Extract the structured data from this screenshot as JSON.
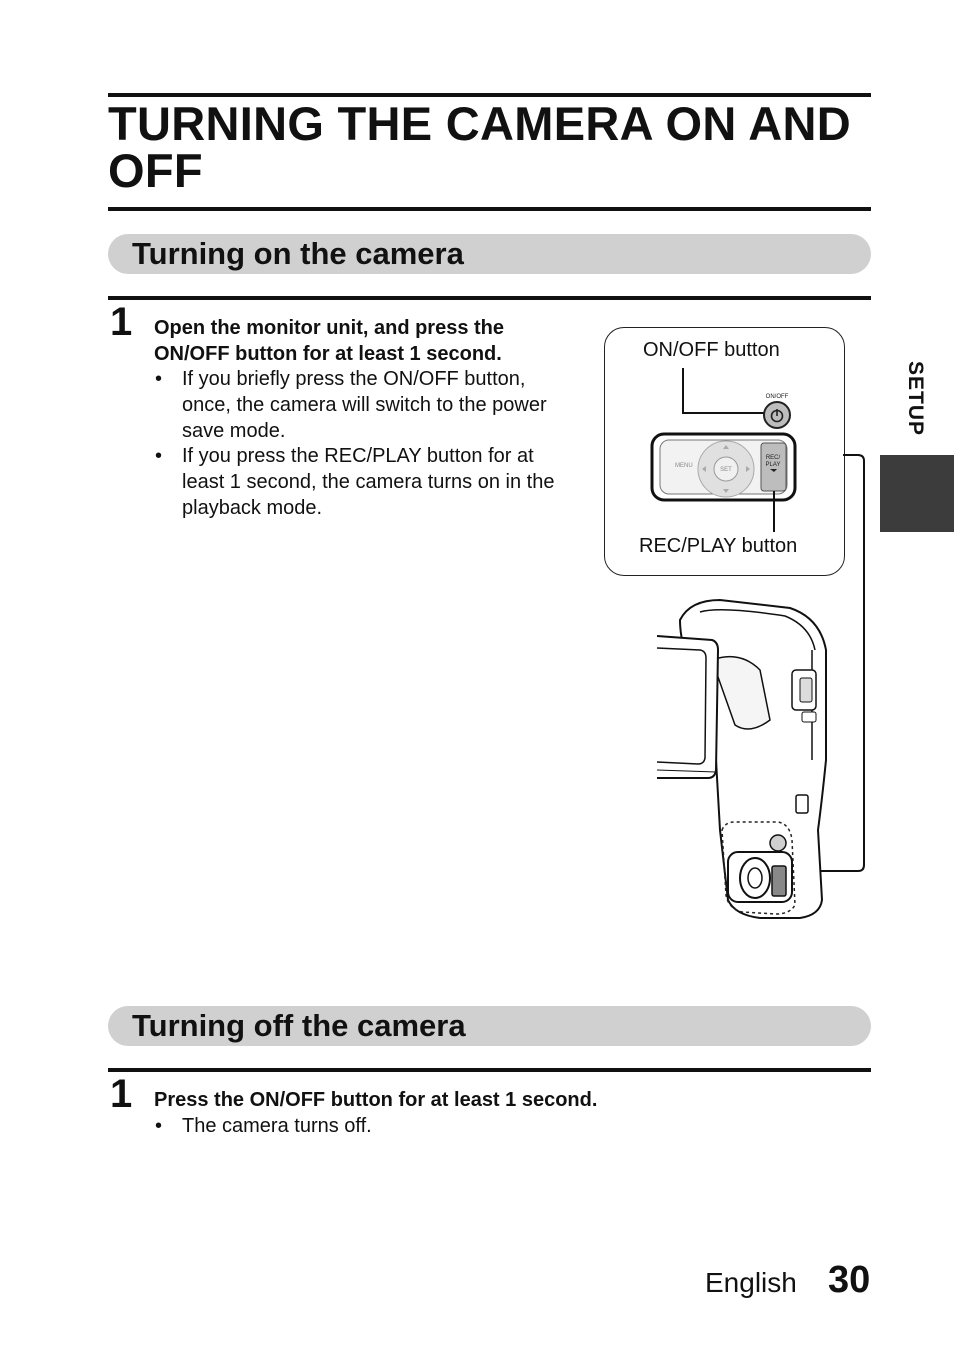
{
  "title": "TURNING THE CAMERA ON AND OFF",
  "side_tab": "SETUP",
  "section_on": {
    "heading": "Turning on the camera",
    "step_number": "1",
    "instruction": "Open the monitor unit, and press the ON/OFF button for at least 1 second.",
    "bullets": [
      "If you briefly press the ON/OFF button, once, the camera will switch to the power save mode.",
      "If you press the REC/PLAY button for at least 1 second, the camera turns on in the playback mode."
    ]
  },
  "figure": {
    "onoff_label": "ON/OFF button",
    "recplay_label": "REC/PLAY button",
    "onoff_mark": "ON/OFF",
    "menu_mark": "MENU",
    "set_mark": "SET",
    "rec_mark": "REC/",
    "play_mark": "PLAY"
  },
  "section_off": {
    "heading": "Turning off the camera",
    "step_number": "1",
    "instruction": "Press the ON/OFF button for at least 1 second.",
    "bullets": [
      "The camera turns off."
    ]
  },
  "footer": {
    "language": "English",
    "page_number": "30"
  }
}
